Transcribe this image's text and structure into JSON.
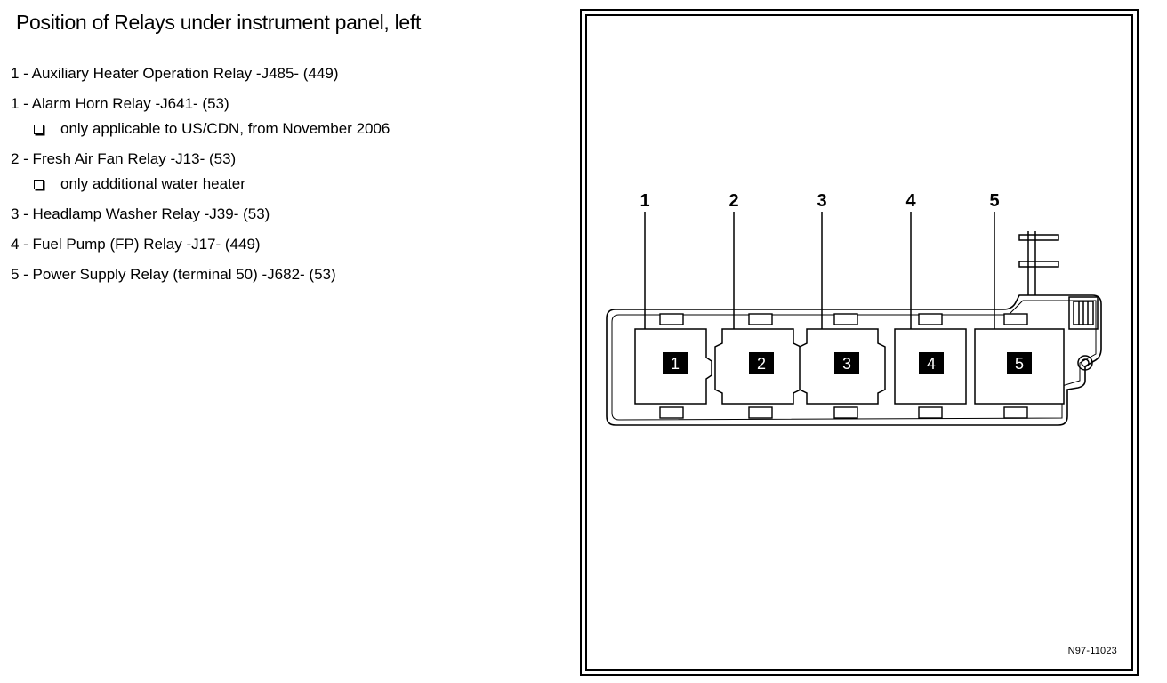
{
  "page": {
    "title": "Position of Relays under instrument panel, left"
  },
  "relays": [
    {
      "label": "1 - Auxiliary Heater Operation Relay -J485- (449)",
      "notes": []
    },
    {
      "label": "1 - Alarm Horn Relay -J641- (53)",
      "notes": [
        "only applicable to US/CDN, from November 2006"
      ]
    },
    {
      "label": "2 - Fresh Air Fan Relay -J13- (53)",
      "notes": [
        "only additional water heater"
      ]
    },
    {
      "label": "3 - Headlamp Washer Relay -J39- (53)",
      "notes": []
    },
    {
      "label": "4 - Fuel Pump (FP) Relay -J17- (449)",
      "notes": []
    },
    {
      "label": "5 - Power Supply Relay (terminal 50) -J682- (53)",
      "notes": []
    }
  ],
  "diagram": {
    "callouts": [
      "1",
      "2",
      "3",
      "4",
      "5"
    ],
    "slot_numbers": [
      "1",
      "2",
      "3",
      "4",
      "5"
    ],
    "figure_id": "N97-11023"
  }
}
